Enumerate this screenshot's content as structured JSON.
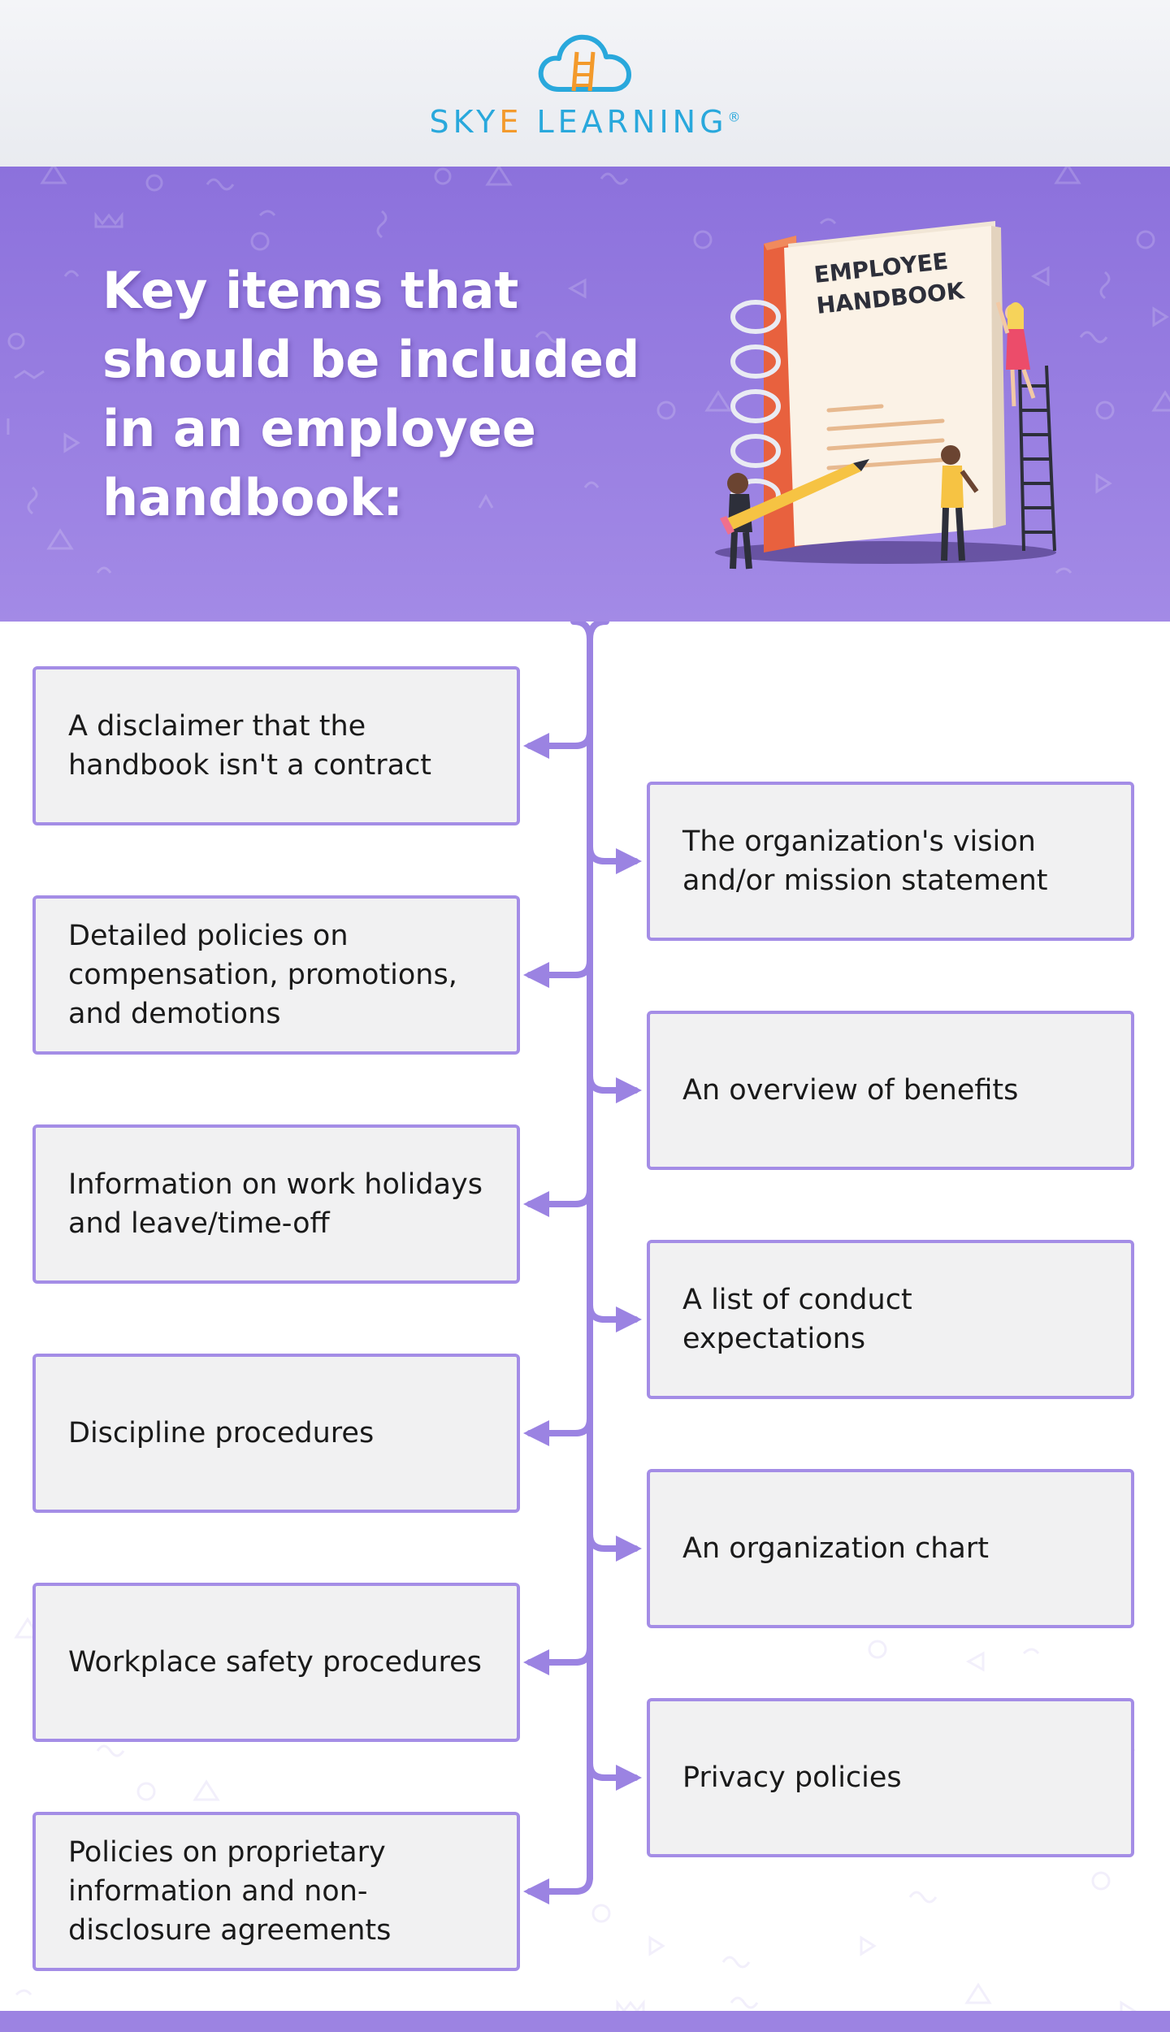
{
  "brand": {
    "name_prefix": "SKY",
    "name_accent": "E",
    "name_suffix": " LEARNING",
    "registered": "®"
  },
  "hero": {
    "title": "Key items that should be included in an employee handbook:",
    "book_label_line1": "EMPLOYEE",
    "book_label_line2": "HANDBOOK"
  },
  "items_left": [
    "A disclaimer that the handbook isn't a contract",
    "Detailed policies on compensation, promotions, and demotions",
    "Information on work holidays and leave/time-off",
    "Discipline procedures",
    "Workplace safety procedures",
    "Policies on proprietary information and non-disclosure agreements"
  ],
  "items_right": [
    "The organization's vision and/or mission statement",
    "An overview of benefits",
    "A list of conduct expectations",
    "An organization chart",
    "Privacy policies"
  ],
  "colors": {
    "purple": "#9b83e2",
    "card_border": "#a48de6",
    "card_fill": "#f1f1f2",
    "brand_blue": "#29a8dc",
    "brand_orange": "#f39a2c"
  }
}
